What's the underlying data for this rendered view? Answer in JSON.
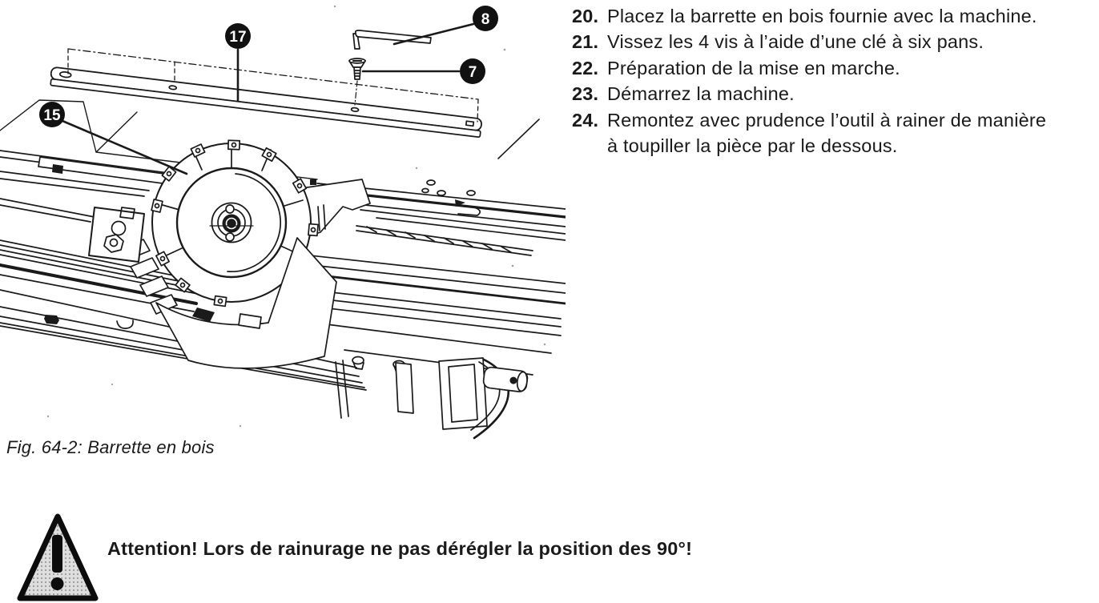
{
  "figure": {
    "caption": "Fig. 64-2: Barrette en bois",
    "callouts": [
      {
        "label": "17"
      },
      {
        "label": "8"
      },
      {
        "label": "7"
      },
      {
        "label": "15"
      }
    ]
  },
  "instructions": [
    {
      "num": "20.",
      "lines": [
        "Placez la barrette en bois fournie avec la machine."
      ]
    },
    {
      "num": "21.",
      "lines": [
        "Vissez les 4 vis à l’aide d’une clé à six pans."
      ]
    },
    {
      "num": "22.",
      "lines": [
        "Préparation de la mise en marche."
      ]
    },
    {
      "num": "23.",
      "lines": [
        "Démarrez la machine."
      ]
    },
    {
      "num": "24.",
      "lines": [
        "Remontez avec prudence l’outil à rainer de manière",
        "à toupiller la pièce par le dessous."
      ]
    }
  ],
  "warning": {
    "text": "Attention! Lors de rainurage ne pas dérégler la position des 90°!"
  },
  "colors": {
    "ink": "#1a1a1a",
    "paper": "#ffffff",
    "callout_fill": "#111111",
    "warning_dot_gray": "#9a9a9a"
  }
}
